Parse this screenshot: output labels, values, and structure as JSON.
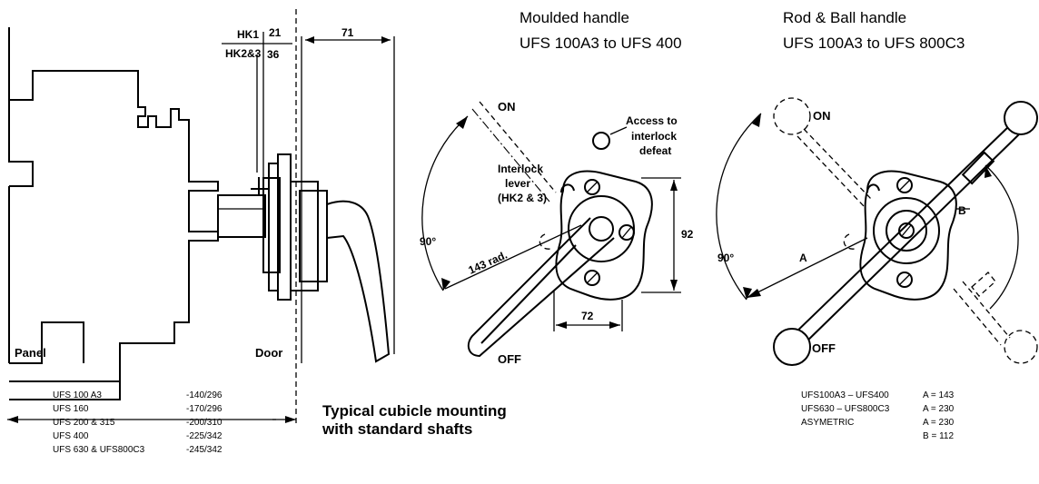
{
  "headings": {
    "moulded": {
      "line1": "Moulded handle",
      "line2": "UFS 100A3 to UFS 400"
    },
    "rodball": {
      "line1": "Rod & Ball handle",
      "line2": "UFS 100A3 to UFS 800C3"
    }
  },
  "side_view": {
    "hk1": "HK1",
    "hk23": "HK2&3",
    "dim_21": "21",
    "dim_36": "36",
    "dim_71": "71",
    "panel": "Panel",
    "door": "Door"
  },
  "moulded_view": {
    "on": "ON",
    "off": "OFF",
    "angle": "90°",
    "radius": "143 rad.",
    "access_1": "Access to",
    "access_2": "interlock",
    "access_3": "defeat",
    "lever_1": "Interlock",
    "lever_2": "lever",
    "lever_3": "(HK2 & 3)",
    "dim_92": "92",
    "dim_72": "72"
  },
  "rodball_view": {
    "on": "ON",
    "off": "OFF",
    "angle": "90°",
    "a": "A",
    "b": "B"
  },
  "typical_caption": {
    "line1": "Typical cubicle mounting",
    "line2": "with standard shafts"
  },
  "dimension_table": [
    {
      "model": "UFS 100 A3",
      "value": "-140/296"
    },
    {
      "model": "UFS 160",
      "value": "-170/296"
    },
    {
      "model": "UFS 200 & 315",
      "value": "-200/310"
    },
    {
      "model": "UFS 400",
      "value": "-225/342"
    },
    {
      "model": "UFS 630 & UFS800C3",
      "value": "-245/342"
    }
  ],
  "rod_table": [
    {
      "model": "UFS100A3 – UFS400",
      "value": "A = 143"
    },
    {
      "model": "UFS630 – UFS800C3",
      "value": "A = 230"
    },
    {
      "model": "ASYMETRIC",
      "value": "A = 230"
    },
    {
      "model": "",
      "value": "B = 112"
    }
  ]
}
